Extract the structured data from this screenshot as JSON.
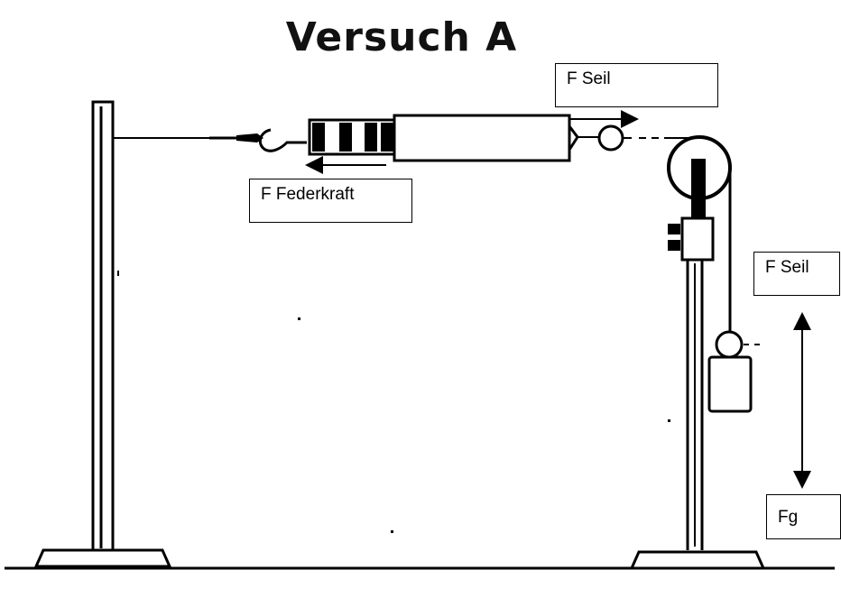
{
  "title": "Versuch A",
  "labels": {
    "seil_top": "F Seil",
    "federkraft": "F Federkraft",
    "seil_right": "F Seil",
    "fg": "Fg"
  },
  "colors": {
    "ink": "#000000",
    "background": "#ffffff"
  }
}
